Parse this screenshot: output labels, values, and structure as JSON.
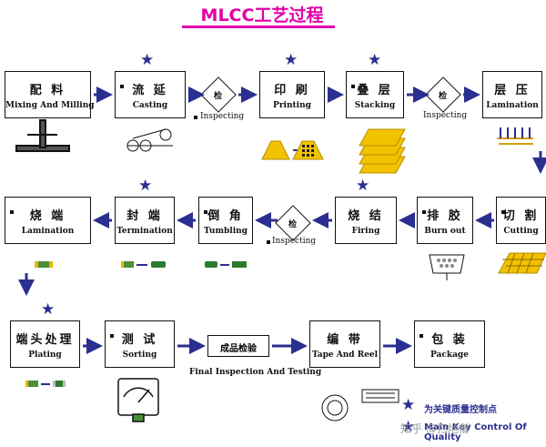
{
  "title": "MLCC工艺过程",
  "steps": {
    "mixing": {
      "zh": "配  料",
      "en": "Mixing And Milling"
    },
    "casting": {
      "zh": "流  延",
      "en": "Casting"
    },
    "printing": {
      "zh": "印  刷",
      "en": "Printing"
    },
    "stacking": {
      "zh": "叠  层",
      "en": "Stacking"
    },
    "lamination1": {
      "zh": "层  压",
      "en": "Lamination"
    },
    "lamination2": {
      "zh": "烧  端",
      "en": "Lamination"
    },
    "termination": {
      "zh": "封  端",
      "en": "Termination"
    },
    "tumbling": {
      "zh": "倒  角",
      "en": "Tumbling"
    },
    "firing": {
      "zh": "烧  结",
      "en": "Firing"
    },
    "burnout": {
      "zh": "排  胶",
      "en": "Burn out"
    },
    "cutting": {
      "zh": "切  割",
      "en": "Cutting"
    },
    "plating": {
      "zh": "端头处理",
      "en": "Plating"
    },
    "sorting": {
      "zh": "测  试",
      "en": "Sorting"
    },
    "final": {
      "zh": "成品检验",
      "en": "Final Inspection And Testing"
    },
    "tape": {
      "zh": "编  带",
      "en": "Tape And Reel"
    },
    "package": {
      "zh": "包  装",
      "en": "Package"
    }
  },
  "inspect": {
    "zh": "检",
    "en": "Inspecting"
  },
  "legend": {
    "zh": "为关键质量控制点",
    "en": "Main Key Control Of Quality"
  },
  "watermark": "知乎 @扫地僧",
  "colors": {
    "accent": "#e000a8",
    "arrow": "#2b2f8f",
    "gold": "#e8b800"
  }
}
